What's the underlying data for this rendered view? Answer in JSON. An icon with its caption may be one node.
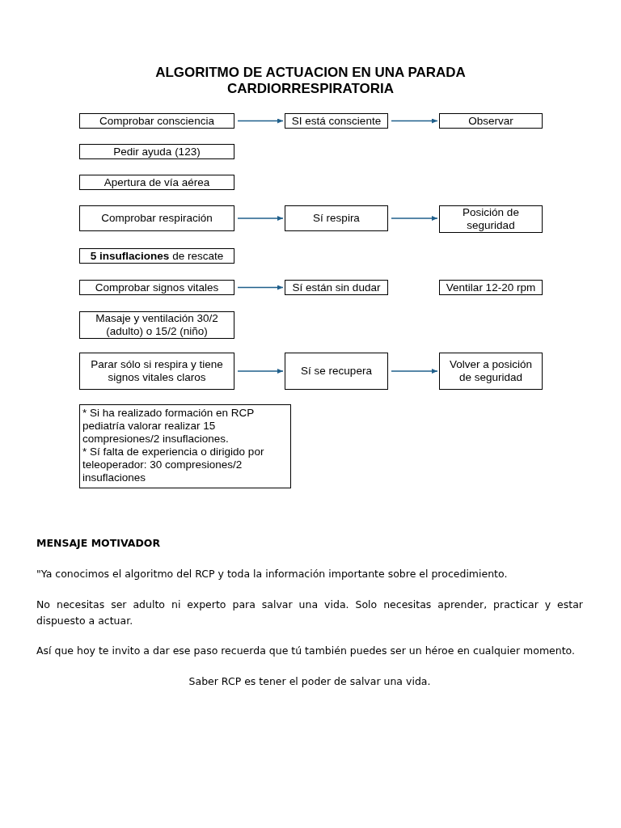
{
  "diagram": {
    "title": "ALGORITMO DE ACTUACION EN UNA PARADA CARDIORRESPIRATORIA",
    "nodes": [
      {
        "text": [
          "Comprobar consciencia"
        ]
      },
      {
        "text": [
          "SI está consciente"
        ]
      },
      {
        "text": [
          "Observar"
        ]
      },
      {
        "text": [
          "Pedir ayuda (123)"
        ]
      },
      {
        "text": [
          "Apertura de vía aérea"
        ]
      },
      {
        "text": [
          "Comprobar respiración"
        ]
      },
      {
        "text": [
          "Sí respira"
        ]
      },
      {
        "text": [
          "Posición de seguridad"
        ]
      },
      {
        "text": [
          "**5 insuflaciones** de rescate"
        ]
      },
      {
        "text": [
          "Comprobar signos vitales"
        ]
      },
      {
        "text": [
          "Sí están sin dudar"
        ]
      },
      {
        "text": [
          "Ventilar 12-20 rpm"
        ]
      },
      {
        "text": [
          "Masaje y ventilación 30/2 (adulto) o 15/2 (niño)"
        ]
      },
      {
        "text": [
          "Parar sólo si respira y tiene signos vitales claros"
        ]
      },
      {
        "text": [
          "Sí se recupera"
        ]
      },
      {
        "text": [
          "Volver a posición de seguridad"
        ]
      },
      {
        "text": [
          "* Si ha realizado formación en RCP pediatría valorar realizar 15 compresiones/2 insuflaciones.",
          "* Sí falta de experiencia o dirigido por teleoperador: 30 compresiones/2 insuflaciones"
        ]
      }
    ],
    "edges": [
      {
        "from": 0,
        "to": 1,
        "arrow": "to"
      },
      {
        "from": 1,
        "to": 2,
        "arrow": "to"
      },
      {
        "from": 5,
        "to": 6,
        "arrow": "to"
      },
      {
        "from": 6,
        "to": 7,
        "arrow": "to"
      },
      {
        "from": 9,
        "to": 10,
        "arrow": "to"
      },
      {
        "from": 13,
        "to": 14,
        "arrow": "to"
      },
      {
        "from": 14,
        "to": 15,
        "arrow": "to"
      }
    ],
    "labels": [
      "MENSAJE MOTIVADOR",
      "\"Ya conocimos el algoritmo del RCP y toda la información importante sobre el procedimiento.",
      "No necesitas ser adulto ni experto para salvar una vida. Solo necesitas aprender, practicar y estar dispuesto a actuar.",
      "Así que hoy te invito a dar ese paso recuerda que tú también puedes ser un héroe en cualquier momento.",
      "Saber RCP es tener el poder de salvar una vida."
    ]
  }
}
